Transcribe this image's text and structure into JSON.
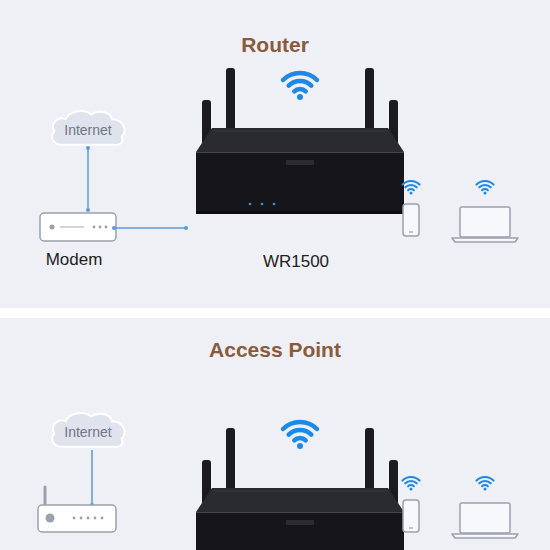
{
  "diagram": {
    "nodes": [
      {
        "text": [
          "Router"
        ]
      },
      {
        "text": [
          "Internet"
        ],
        "in": 0
      },
      {
        "text": [
          "Modem"
        ],
        "in": 0
      },
      {
        "text": [
          "WR1500"
        ],
        "in": 0
      },
      {
        "text": [
          "Access Point"
        ]
      },
      {
        "text": [
          "Internet"
        ],
        "in": 4
      }
    ],
    "edges": [
      {
        "from": 1,
        "to": 2,
        "arrow": "none"
      },
      {
        "from": 2,
        "to": 3,
        "arrow": "none"
      }
    ]
  }
}
